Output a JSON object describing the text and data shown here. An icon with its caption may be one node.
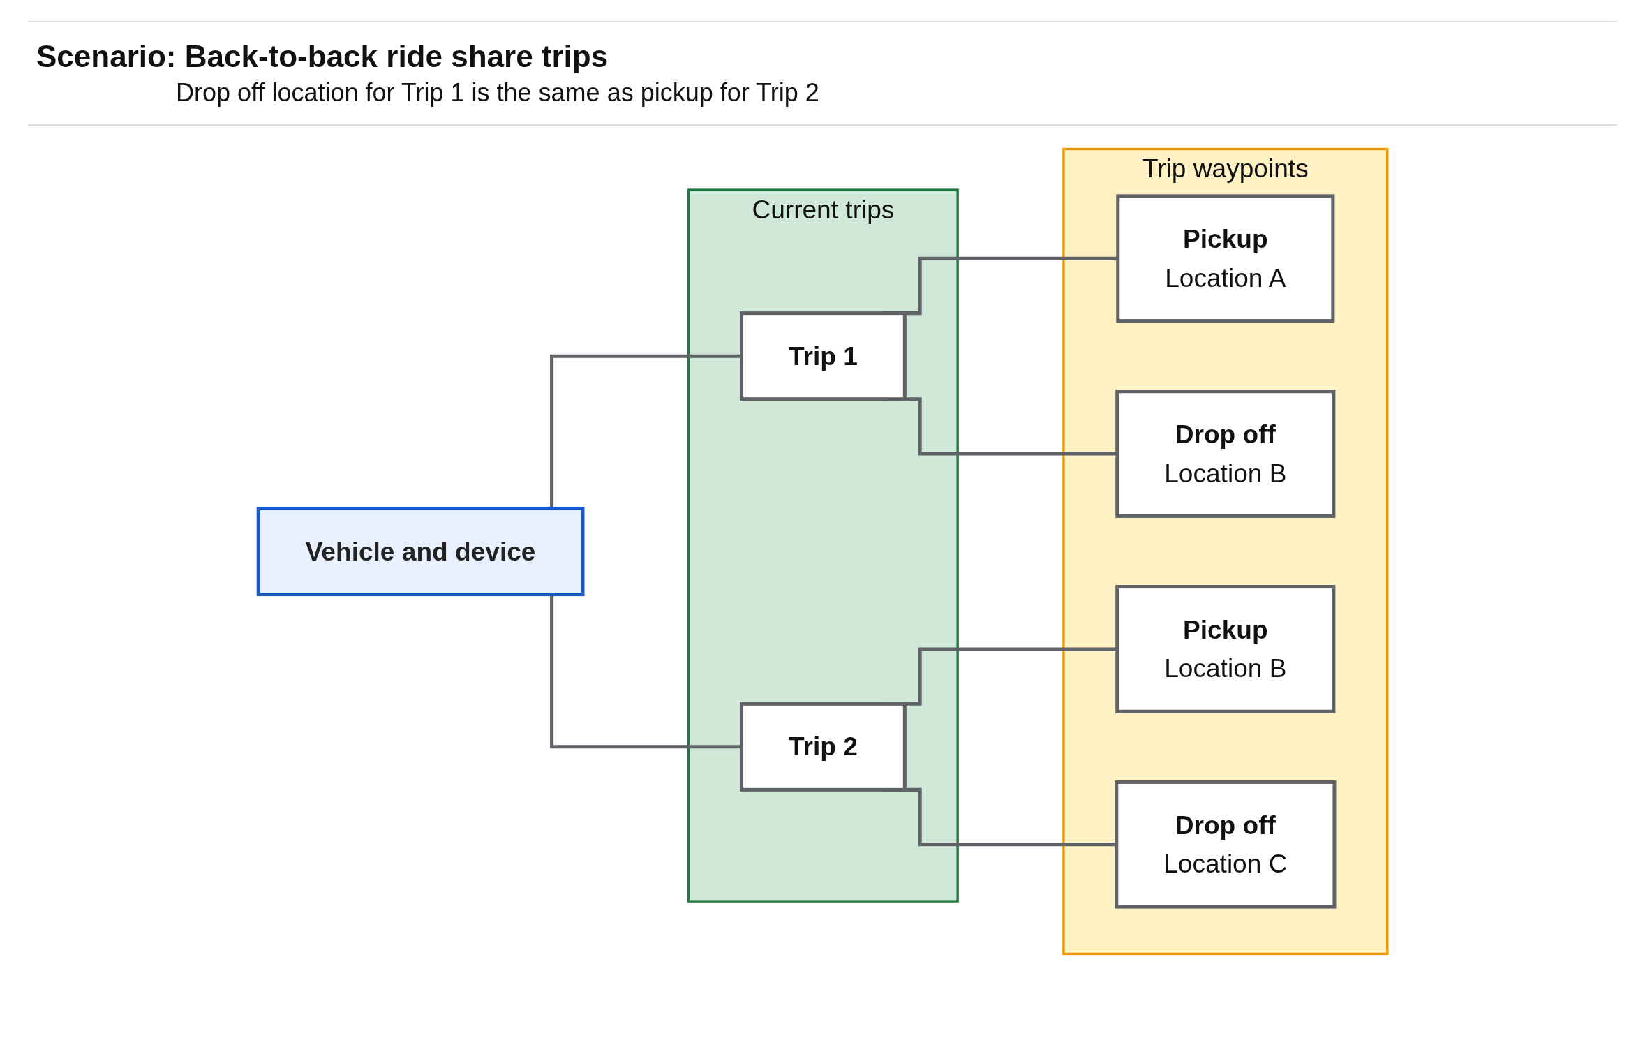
{
  "diagram": {
    "title": "Scenario: Back-to-back ride share trips",
    "nodes": [
      {
        "text": [
          "Vehicle and device"
        ]
      },
      {
        "text": [
          "Current trips"
        ]
      },
      {
        "text": [
          "Trip 1"
        ],
        "in": 1
      },
      {
        "text": [
          "Trip 2"
        ],
        "in": 1
      },
      {
        "text": [
          "Trip waypoints"
        ]
      },
      {
        "text": [
          "Pickup",
          "Location A"
        ],
        "in": 4
      },
      {
        "text": [
          "Drop off",
          "Location B"
        ],
        "in": 4
      },
      {
        "text": [
          "Pickup",
          "Location B"
        ],
        "in": 4
      },
      {
        "text": [
          "Drop off",
          "Location C"
        ],
        "in": 4
      }
    ],
    "edges": [
      {
        "from": 0,
        "to": 2,
        "arrow": "none"
      },
      {
        "from": 0,
        "to": 3,
        "arrow": "none"
      },
      {
        "from": 2,
        "to": 5,
        "arrow": "none"
      },
      {
        "from": 2,
        "to": 6,
        "arrow": "none"
      },
      {
        "from": 3,
        "to": 7,
        "arrow": "none"
      },
      {
        "from": 3,
        "to": 8,
        "arrow": "none"
      }
    ],
    "labels": [
      "Drop off location for Trip 1 is the same as pickup for Trip 2"
    ]
  }
}
